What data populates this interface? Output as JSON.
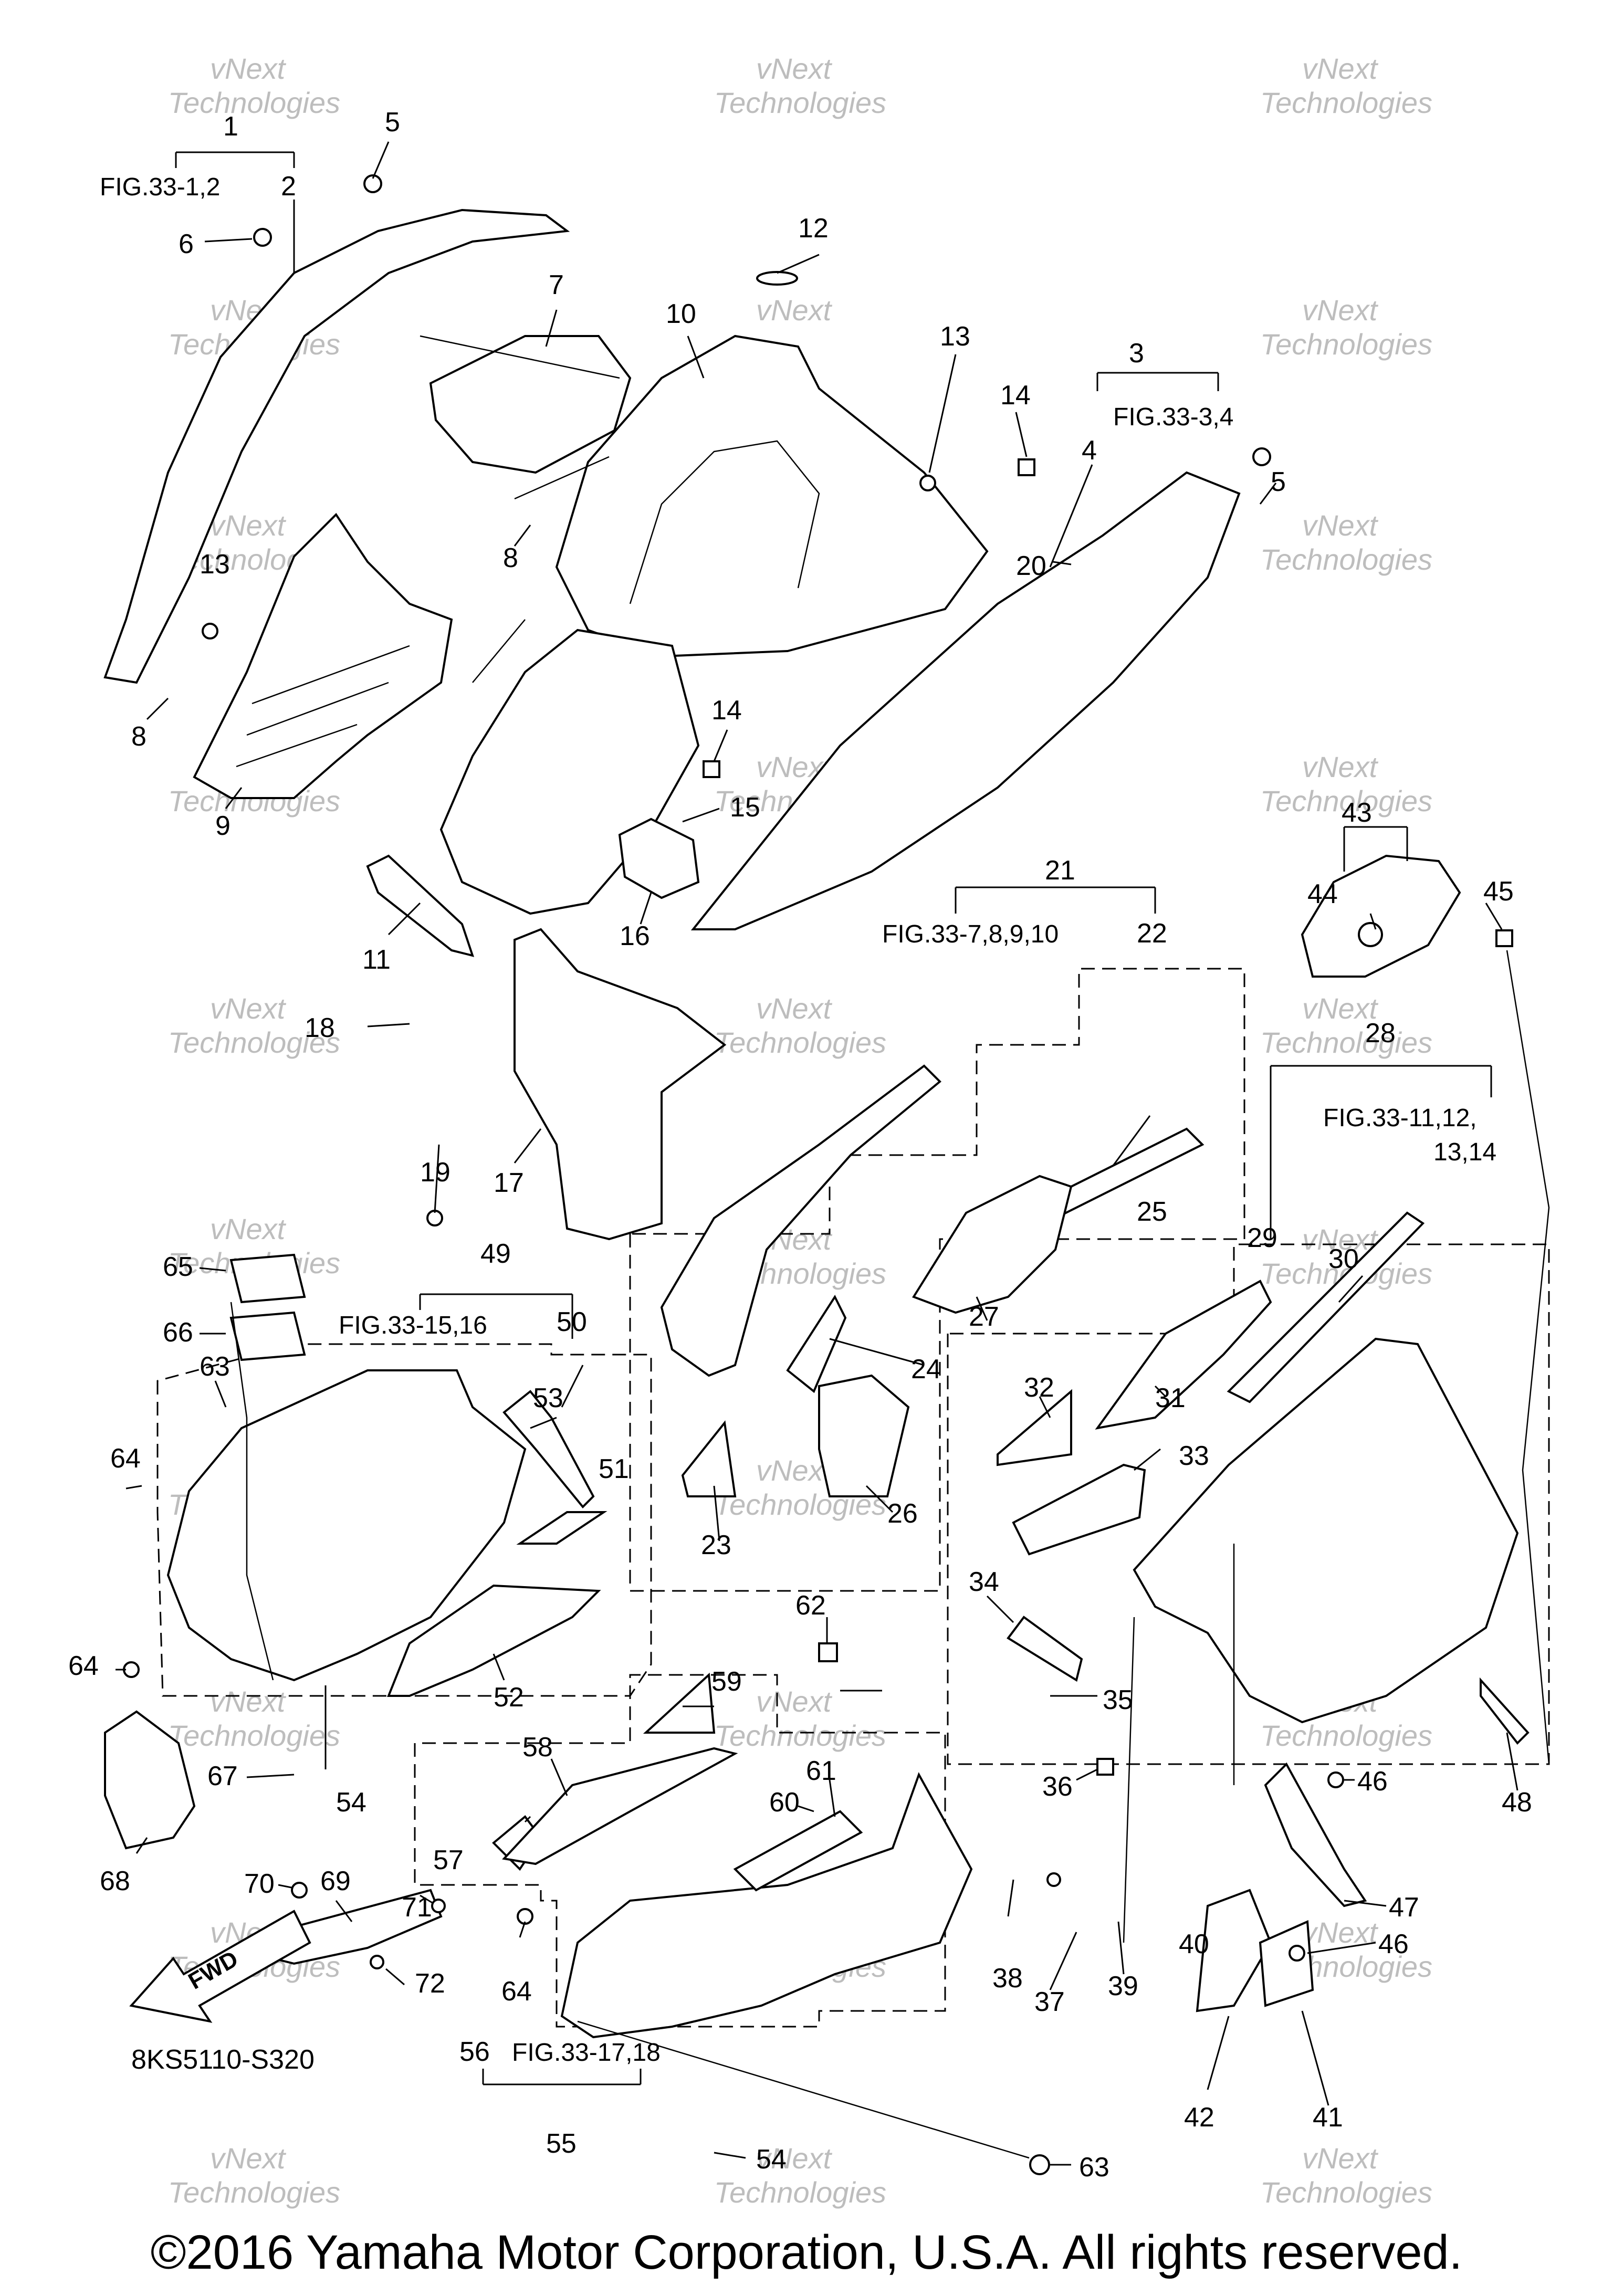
{
  "diagram": {
    "code": "8KS5110-S320",
    "fwd_label": "FWD",
    "copyright": "©2016 Yamaha Motor Corporation, U.S.A. All rights reserved.",
    "watermark": [
      "vNext",
      "Technologies"
    ],
    "fig_refs": [
      {
        "id": "fig-1",
        "text": "FIG.33-1,2"
      },
      {
        "id": "fig-3",
        "text": "FIG.33-3,4"
      },
      {
        "id": "fig-21",
        "text": "FIG.33-7,8,9,10"
      },
      {
        "id": "fig-28a",
        "text": "FIG.33-11,12,"
      },
      {
        "id": "fig-28b",
        "text": "13,14"
      },
      {
        "id": "fig-49",
        "text": "FIG.33-15,16"
      },
      {
        "id": "fig-55",
        "text": "FIG.33-17,18"
      }
    ],
    "callouts": [
      {
        "n": "1"
      },
      {
        "n": "2"
      },
      {
        "n": "5"
      },
      {
        "n": "6"
      },
      {
        "n": "7"
      },
      {
        "n": "8"
      },
      {
        "n": "8"
      },
      {
        "n": "9"
      },
      {
        "n": "10"
      },
      {
        "n": "11"
      },
      {
        "n": "12"
      },
      {
        "n": "13"
      },
      {
        "n": "13"
      },
      {
        "n": "14"
      },
      {
        "n": "14"
      },
      {
        "n": "15"
      },
      {
        "n": "16"
      },
      {
        "n": "3"
      },
      {
        "n": "4"
      },
      {
        "n": "5"
      },
      {
        "n": "20"
      },
      {
        "n": "17"
      },
      {
        "n": "18"
      },
      {
        "n": "19"
      },
      {
        "n": "21"
      },
      {
        "n": "22"
      },
      {
        "n": "23"
      },
      {
        "n": "24"
      },
      {
        "n": "25"
      },
      {
        "n": "26"
      },
      {
        "n": "27"
      },
      {
        "n": "28"
      },
      {
        "n": "29"
      },
      {
        "n": "30"
      },
      {
        "n": "31"
      },
      {
        "n": "32"
      },
      {
        "n": "33"
      },
      {
        "n": "34"
      },
      {
        "n": "35"
      },
      {
        "n": "36"
      },
      {
        "n": "37"
      },
      {
        "n": "38"
      },
      {
        "n": "39"
      },
      {
        "n": "40"
      },
      {
        "n": "41"
      },
      {
        "n": "42"
      },
      {
        "n": "43"
      },
      {
        "n": "44"
      },
      {
        "n": "45"
      },
      {
        "n": "46"
      },
      {
        "n": "46"
      },
      {
        "n": "47"
      },
      {
        "n": "48"
      },
      {
        "n": "49"
      },
      {
        "n": "50"
      },
      {
        "n": "51"
      },
      {
        "n": "52"
      },
      {
        "n": "53"
      },
      {
        "n": "54"
      },
      {
        "n": "54"
      },
      {
        "n": "55"
      },
      {
        "n": "56"
      },
      {
        "n": "57"
      },
      {
        "n": "58"
      },
      {
        "n": "59"
      },
      {
        "n": "60"
      },
      {
        "n": "61"
      },
      {
        "n": "62"
      },
      {
        "n": "63"
      },
      {
        "n": "63"
      },
      {
        "n": "64"
      },
      {
        "n": "64"
      },
      {
        "n": "64"
      },
      {
        "n": "65"
      },
      {
        "n": "66"
      },
      {
        "n": "67"
      },
      {
        "n": "68"
      },
      {
        "n": "69"
      },
      {
        "n": "70"
      },
      {
        "n": "71"
      },
      {
        "n": "72"
      }
    ]
  }
}
